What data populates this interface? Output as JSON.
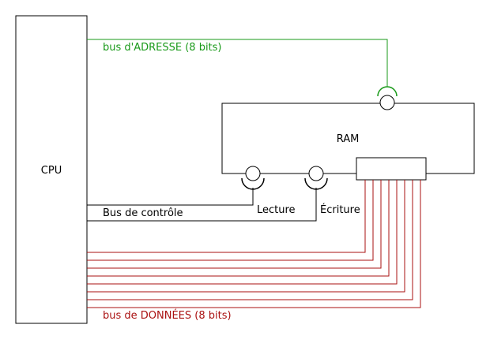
{
  "cpu": {
    "label": "CPU"
  },
  "ram": {
    "label": "RAM"
  },
  "address_bus": {
    "label": "bus d'ADRESSE (8 bits)",
    "color": "#1a9a1a"
  },
  "control_bus": {
    "label": "Bus de contrôle",
    "read_label": "Lecture",
    "write_label": "Écriture",
    "color": "#000000"
  },
  "data_bus": {
    "label": "bus de DONNÉES (8 bits)",
    "color": "#aa1111",
    "line_count": 8
  }
}
